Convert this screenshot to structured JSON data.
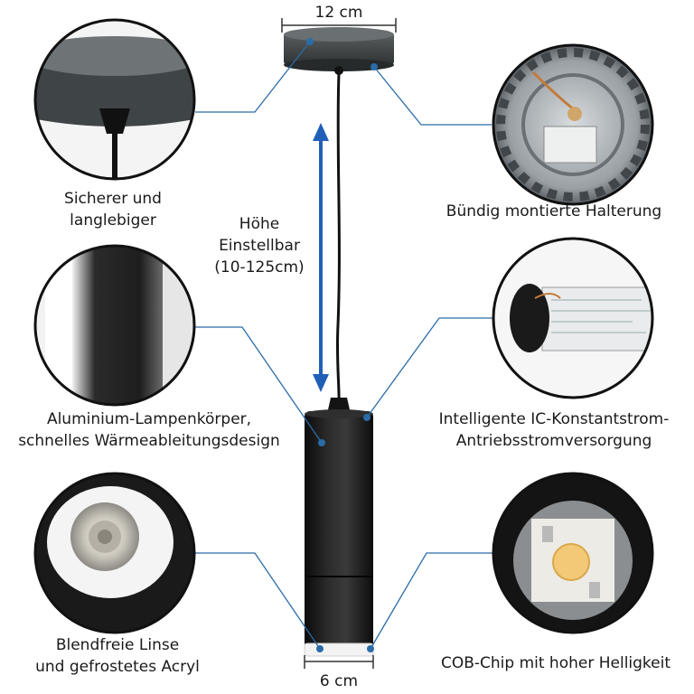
{
  "dimensions": {
    "top_width": "12 cm",
    "bottom_width": "6 cm"
  },
  "height": {
    "line1": "Höhe",
    "line2": "Einstellbar",
    "line3": "(10-125cm)"
  },
  "features": {
    "canopy": {
      "line1": "Sicherer und",
      "line2": "langlebiger"
    },
    "mount": {
      "text": "Bündig montierte Halterung"
    },
    "body": {
      "line1": "Aluminium-Lampenkörper,",
      "line2": "schnelles Wärmeableitungsdesign"
    },
    "driver": {
      "line1": "Intelligente IC-Konstantstrom-",
      "line2": "Antriebsstromversorgung"
    },
    "lens": {
      "line1": "Blendfreie Linse",
      "line2": "und gefrostetes Acryl"
    },
    "chip": {
      "text": "COB-Chip mit hoher Helligkeit"
    }
  },
  "colors": {
    "callout_line": "#2a6ca8",
    "arrow": "#1f5fb8",
    "lamp": "#151515"
  }
}
